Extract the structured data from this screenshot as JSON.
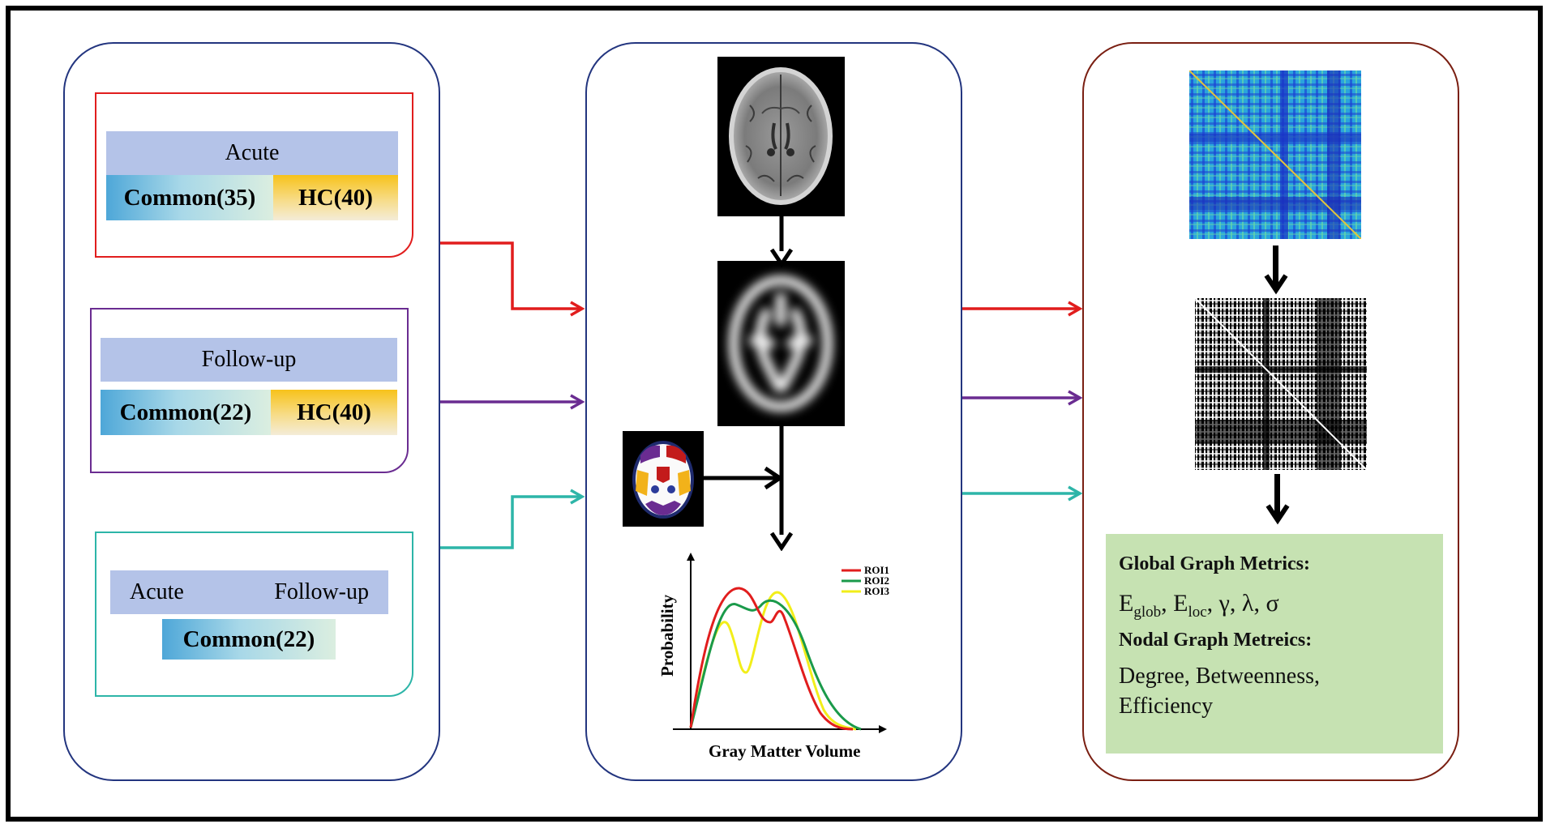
{
  "left_panel": {
    "group1": {
      "title": "Acute",
      "common": "Common(35)",
      "hc": "HC(40)",
      "color": "#e11d1d"
    },
    "group2": {
      "title": "Follow-up",
      "common": "Common(22)",
      "hc": "HC(40)",
      "color": "#6a2c91"
    },
    "group3": {
      "title_left": "Acute",
      "title_right": "Follow-up",
      "common": "Common(22)",
      "color": "#2db5a8"
    }
  },
  "middle_panel": {
    "plot": {
      "ylabel": "Probability",
      "xlabel": "Gray Matter Volume",
      "legend": [
        "ROI1",
        "ROI2",
        "ROI3"
      ],
      "colors": [
        "#e11d1d",
        "#1a9a4a",
        "#f2ee1a"
      ]
    }
  },
  "right_panel": {
    "global_title": "Global Graph Metrics:",
    "global_items": [
      {
        "base": "E",
        "sub": "glob"
      },
      {
        "base": "E",
        "sub": "loc"
      },
      {
        "base": "γ"
      },
      {
        "base": "λ"
      },
      {
        "base": "σ"
      }
    ],
    "nodal_title": "Nodal Graph Metreics:",
    "nodal_line1": "Degree, Betweenness,",
    "nodal_line2": "Efficiency"
  }
}
